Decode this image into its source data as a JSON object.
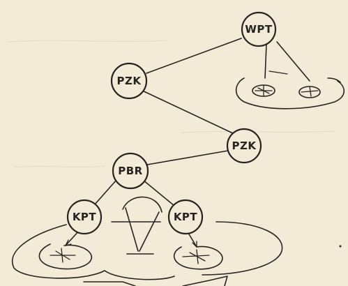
{
  "diagram": {
    "nodes": {
      "top": {
        "label": "WPT"
      },
      "left_upper": {
        "label": "PZK"
      },
      "middle": {
        "label": "PZK"
      },
      "center": {
        "label": "PBR"
      },
      "bottom_left": {
        "label": "KPT"
      },
      "bottom_right": {
        "label": "KPT"
      }
    }
  }
}
